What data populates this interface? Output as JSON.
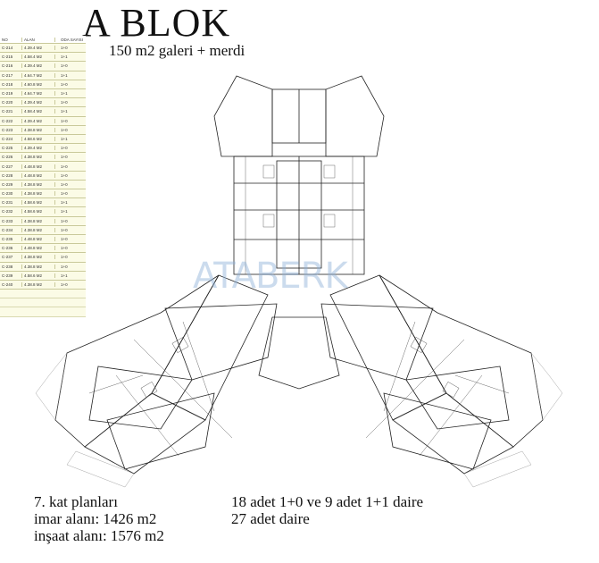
{
  "header": {
    "title": "A BLOK",
    "subtitle": "150 m2 galeri + merdi"
  },
  "unit_table": {
    "columns": [
      "NO",
      "ALAN",
      "ODA SAYISI"
    ],
    "rows": [
      [
        "C-214",
        "4.39.4 M2",
        "1+0"
      ],
      [
        "C-215",
        "4.58.4 M2",
        "1+1"
      ],
      [
        "C-216",
        "4.39.4 M2",
        "1+0"
      ],
      [
        "C-217",
        "4.64.7 M2",
        "1+1"
      ],
      [
        "C-218",
        "4.60.8 M2",
        "1+0"
      ],
      [
        "C-219",
        "4.64.7 M2",
        "1+1"
      ],
      [
        "C-220",
        "4.39.4 M2",
        "1+0"
      ],
      [
        "C-221",
        "4.58.4 M2",
        "1+1"
      ],
      [
        "C-222",
        "4.39.4 M2",
        "1+0"
      ],
      [
        "C-223",
        "4.38.8 M2",
        "1+0"
      ],
      [
        "C-224",
        "4.58.6 M2",
        "1+1"
      ],
      [
        "C-225",
        "4.39.4 M2",
        "1+0"
      ],
      [
        "C-226",
        "4.38.8 M2",
        "1+0"
      ],
      [
        "C-227",
        "4.48.8 M2",
        "1+0"
      ],
      [
        "C-228",
        "4.48.8 M2",
        "1+0"
      ],
      [
        "C-229",
        "4.38.8 M2",
        "1+0"
      ],
      [
        "C-230",
        "4.38.8 M2",
        "1+0"
      ],
      [
        "C-231",
        "4.58.6 M2",
        "1+1"
      ],
      [
        "C-232",
        "4.58.6 M2",
        "1+1"
      ],
      [
        "C-233",
        "4.38.8 M2",
        "1+0"
      ],
      [
        "C-234",
        "4.38.8 M2",
        "1+0"
      ],
      [
        "C-235",
        "4.48.8 M2",
        "1+0"
      ],
      [
        "C-236",
        "4.48.8 M2",
        "1+0"
      ],
      [
        "C-237",
        "4.38.8 M2",
        "1+0"
      ],
      [
        "C-238",
        "4.38.8 M2",
        "1+0"
      ],
      [
        "C-239",
        "4.58.6 M2",
        "1+1"
      ],
      [
        "C-240",
        "4.38.8 M2",
        "1+0"
      ]
    ]
  },
  "watermark": "ATABERK",
  "notes": {
    "floor_plan": "7. kat planları",
    "zoning_area": "imar alanı: 1426 m2",
    "construction_area": "inşaat alanı: 1576 m2",
    "unit_mix": "18 adet 1+0 ve 9 adet 1+1 daire",
    "unit_total": "27 adet daire"
  },
  "colors": {
    "line": "#222222",
    "table_bg": "#fbfbe6",
    "watermark": "#8cafd7"
  }
}
